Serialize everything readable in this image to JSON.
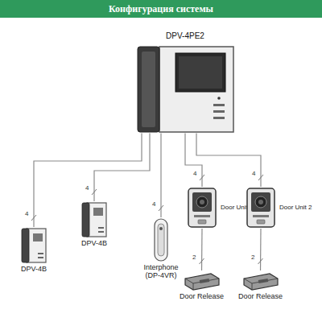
{
  "diagram": {
    "title": "Конфигурация системы",
    "nodes": [
      {
        "text": [
          "DPV-4PE2"
        ]
      },
      {
        "text": [
          "DPV-4B"
        ]
      },
      {
        "text": [
          "DPV-4B"
        ]
      },
      {
        "text": [
          "Interphone (DP-4VR)"
        ]
      },
      {
        "text": [
          "Door Unit 1"
        ]
      },
      {
        "text": [
          "Door Unit 2"
        ]
      },
      {
        "text": [
          "Door Release"
        ]
      },
      {
        "text": [
          "Door Release"
        ]
      }
    ],
    "edges": [
      {
        "from": 0,
        "to": 1,
        "arrow": "none",
        "label": "4"
      },
      {
        "from": 0,
        "to": 2,
        "arrow": "none",
        "label": "4"
      },
      {
        "from": 0,
        "to": 3,
        "arrow": "none",
        "label": "4"
      },
      {
        "from": 0,
        "to": 4,
        "arrow": "none",
        "label": "4"
      },
      {
        "from": 0,
        "to": 5,
        "arrow": "none",
        "label": "4"
      },
      {
        "from": 4,
        "to": 6,
        "arrow": "none",
        "label": "2"
      },
      {
        "from": 5,
        "to": 7,
        "arrow": "none",
        "label": "2"
      }
    ]
  }
}
